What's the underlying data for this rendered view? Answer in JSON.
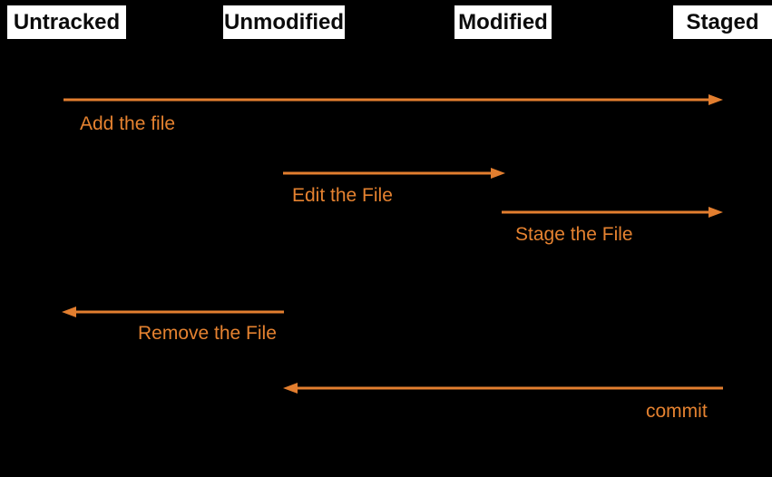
{
  "diagram": {
    "kind": "git-file-lifecycle-state-diagram",
    "colors": {
      "background": "#000000",
      "state_box_background": "#ffffff",
      "state_text": "#0b0b0b",
      "arrow": "#e27e2f",
      "arrow_label_text": "#e58230"
    },
    "states": [
      {
        "label": "Untracked"
      },
      {
        "label": "Unmodified"
      },
      {
        "label": "Modified"
      },
      {
        "label": "Staged"
      }
    ],
    "transitions": [
      {
        "label": "Add the file",
        "from": "Untracked",
        "to": "Staged",
        "direction": "right"
      },
      {
        "label": "Edit the File",
        "from": "Unmodified",
        "to": "Modified",
        "direction": "right"
      },
      {
        "label": "Stage the File",
        "from": "Modified",
        "to": "Staged",
        "direction": "right"
      },
      {
        "label": "Remove the File",
        "from": "Unmodified",
        "to": "Untracked",
        "direction": "left"
      },
      {
        "label": "commit",
        "from": "Staged",
        "to": "Unmodified",
        "direction": "left"
      }
    ]
  }
}
